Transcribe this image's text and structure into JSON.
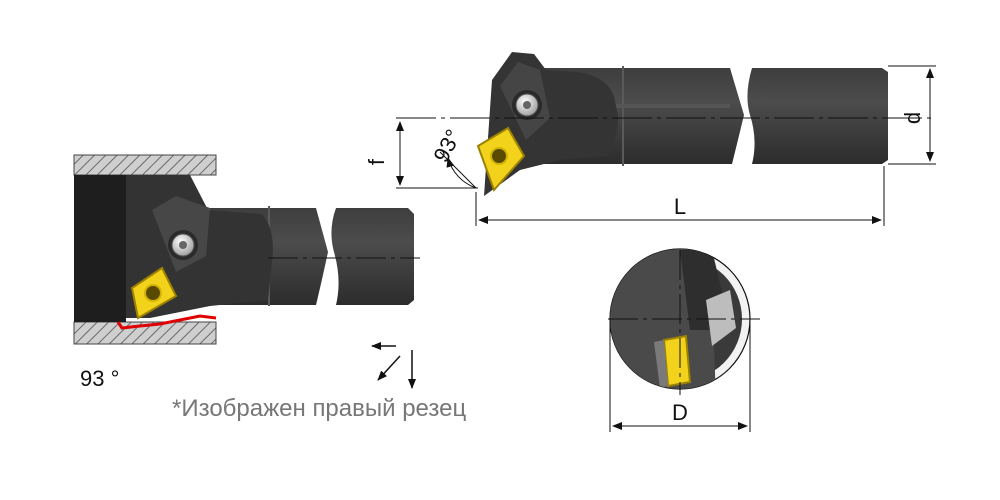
{
  "labels": {
    "dim_f": "f",
    "dim_d": "d",
    "dim_L": "L",
    "dim_D": "D",
    "angle_top": "93°",
    "angle_bottom": "93 °",
    "caption": "*Изображен правый резец"
  },
  "colors": {
    "tool_body": "#3a3a3a",
    "tool_dark": "#262626",
    "tool_light": "#555555",
    "insert": "#f2d21a",
    "insert_edge": "#9c8200",
    "workpiece_hatch": "#8a8a8a",
    "cut_path": "#e00000",
    "dimension_line": "#111111"
  },
  "icons": {
    "feed_direction": "feed-arrows-icon",
    "screw": "torx-screw-icon"
  }
}
